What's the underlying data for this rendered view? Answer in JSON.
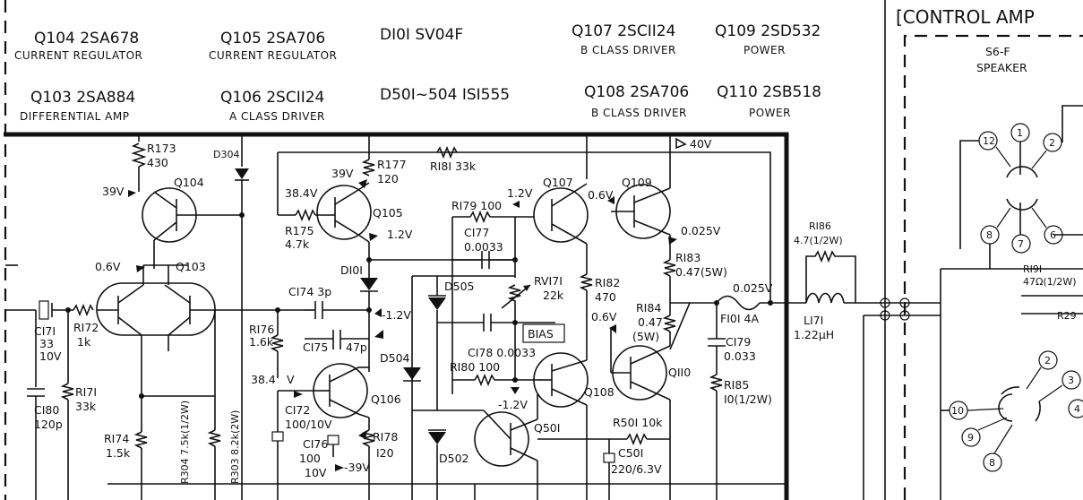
{
  "header_rows": [
    {
      "id": "q104",
      "part": "Q104 2SA678",
      "role": "CURRENT REGULATOR"
    },
    {
      "id": "q105",
      "part": "Q105 2SA706",
      "role": "CURRENT REGULATOR"
    },
    {
      "id": "d101",
      "part": "DI0I SV04F",
      "role": ""
    },
    {
      "id": "q107",
      "part": "Q107 2SCII24",
      "role": "B CLASS DRIVER"
    },
    {
      "id": "q109",
      "part": "Q109 2SD532",
      "role": "POWER"
    },
    {
      "id": "q103",
      "part": "Q103 2SA884",
      "role": "DIFFERENTIAL AMP"
    },
    {
      "id": "q106",
      "part": "Q106 2SCII24",
      "role": "A CLASS DRIVER"
    },
    {
      "id": "d501",
      "part": "D50I~504 ISI555",
      "role": ""
    },
    {
      "id": "q108",
      "part": "Q108 2SA706",
      "role": "B CLASS DRIVER"
    },
    {
      "id": "q110",
      "part": "Q110 2SB518",
      "role": "POWER"
    }
  ],
  "control_amp": {
    "title": "[CONTROL AMP",
    "speaker_label": "S6-F",
    "speaker_sub": "SPEAKER",
    "pins_top": [
      "12",
      "1",
      "2",
      "8",
      "7",
      "6"
    ],
    "pins_bottom": [
      "2",
      "3",
      "10",
      "4",
      "9",
      "8"
    ]
  },
  "labels": {
    "r173": "R173",
    "r173_v": "430",
    "v39_left": "39V",
    "q104": "Q104",
    "d304": "D304",
    "v39_q105": "39V",
    "r177": "R177",
    "r177_v": "120",
    "r181": "RI8I 33k",
    "v40": "40V",
    "v384_top": "38.4V",
    "r175": "R175",
    "r175_v": "4.7k",
    "q105": "Q105",
    "v12_q105": "1.2V",
    "r179": "RI79 100",
    "v12_r179": "1.2V",
    "q107": "Q107",
    "v06_q107": "0.6V",
    "q109": "Q109",
    "c177": "CI77",
    "c177_v": "0.0033",
    "v0025_q109": "0.025V",
    "r186": "RI86",
    "r186_v": "4.7(1/2W)",
    "v06_q103": "0.6V",
    "q103": "Q103",
    "d101": "DI0I",
    "r183": "RI83",
    "r183_v": "0.47(5W)",
    "v0025_out": "0.025V",
    "r191": "RI9I",
    "r191_v": "47Ω(1/2W)",
    "r292": "R29",
    "d505": "D505",
    "rv171": "RVI7I",
    "rv171_v": "22k",
    "r182": "RI82",
    "r182_v": "470",
    "c174": "CI74 3p",
    "v_neg12_d101": "-1.2V",
    "v06_r182": "0.6V",
    "r184": "RI84",
    "r184_v": "0.47",
    "r184_w": "(5W)",
    "f101": "FI0I 4A",
    "l171": "LI7I",
    "l171_v": "1.22μH",
    "c171": "CI7I",
    "c171_v": "33",
    "c171_w": "10V",
    "r172": "RI72",
    "r172_v": "1k",
    "r176": "RI76",
    "r176_v": "1.6k",
    "c175": "CI75",
    "c175_v": "47p",
    "bias": "BIAS",
    "c178": "CI78 0.0033",
    "r180": "RI80 100",
    "d504": "D504",
    "c179": "CI79",
    "c179_v": "0.033",
    "v384_mid": "38.4",
    "v_unit": "V",
    "v_neg12_q108": "-1.2V",
    "q108": "Q108",
    "q110": "QII0",
    "r185": "RI85",
    "r185_v": "I0(1/2W)",
    "c180": "CI80",
    "c180_v": "120p",
    "r171": "RI7I",
    "r171_v": "33k",
    "c172": "CI72",
    "c172_v": "100/10V",
    "q106": "Q106",
    "r304": "R304 7.5k(1/2W)",
    "r303": "R303 8.2k(2W)",
    "q501": "Q50I",
    "r501": "R50I 10k",
    "r174": "RI74",
    "r174_v": "1.5k",
    "c176": "CI76",
    "c176_v": "100",
    "c176_w": "10V",
    "v_neg39": "-39V",
    "r178": "RI78",
    "r178_v": "I20",
    "d502": "D502",
    "c501": "C50I",
    "c501_v": "220/6.3V"
  }
}
